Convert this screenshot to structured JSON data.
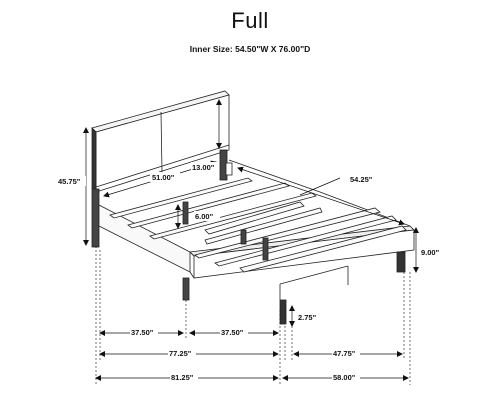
{
  "title": "Full",
  "inner_size": "Inner Size: 54.50\"W X 76.00\"D",
  "dimensions": {
    "headboard_height": "45.75\"",
    "headboard_inner_width": "51.00\"",
    "headboard_panel_height": "13.00\"",
    "side_rail_span": "54.25\"",
    "slat_clearance": "6.00\"",
    "footboard_height": "9.00\"",
    "leg_height": "2.75\"",
    "leg_spacing_left": "37.50\"",
    "leg_spacing_right": "37.50\"",
    "inner_length": "77.25\"",
    "inner_width": "47.75\"",
    "overall_length": "81.25\"",
    "overall_width": "58.00\""
  }
}
